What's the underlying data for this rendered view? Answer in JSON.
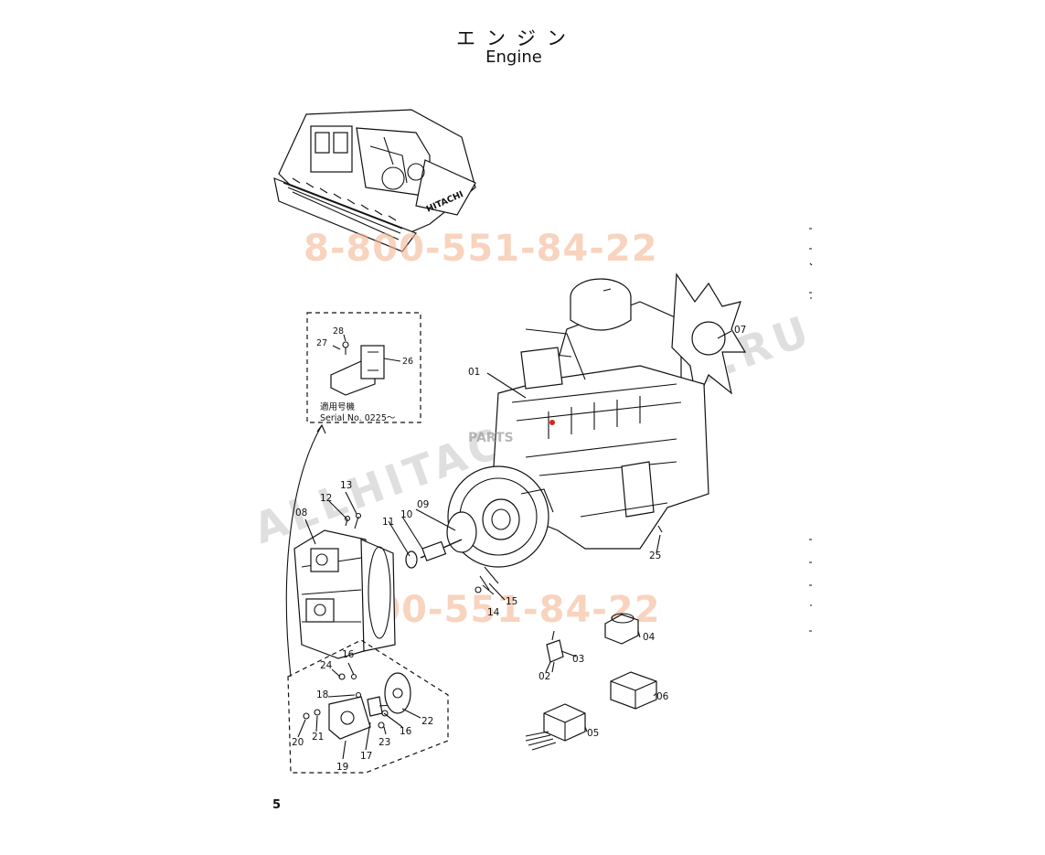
{
  "header": {
    "title_jp": "エンジン",
    "title_en": "Engine"
  },
  "page_number": "5",
  "inset_top": {
    "applicable_label_jp": "適用号機",
    "serial_label": "Serial No. 0225～"
  },
  "machine_logo": "HITACHI",
  "callouts": {
    "c01": "01",
    "c02": "02",
    "c03": "03",
    "c04": "04",
    "c05": "05",
    "c06": "06",
    "c07": "07",
    "c08": "08",
    "c09": "09",
    "c10": "10",
    "c11": "11",
    "c12": "12",
    "c13": "13",
    "c14": "14",
    "c15": "15",
    "c16a": "16",
    "c16b": "16",
    "c17": "17",
    "c18": "18",
    "c19": "19",
    "c20": "20",
    "c21": "21",
    "c22": "22",
    "c23": "23",
    "c24": "24",
    "c25": "25",
    "c26": "26",
    "c27": "27",
    "c28": "28"
  },
  "watermarks": {
    "phone_top": "8-800-551-84-22",
    "phone_bottom": "8-800-551-84-22",
    "site": "ALLHITACHIPARTS.RU",
    "logo": "PARTS"
  }
}
